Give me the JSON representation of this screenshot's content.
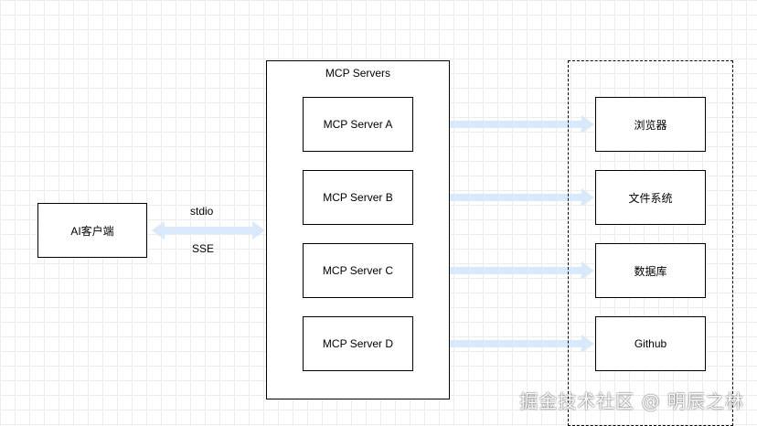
{
  "client": {
    "label": "AI客户端"
  },
  "transport": {
    "top_label": "stdio",
    "bottom_label": "SSE"
  },
  "servers_group": {
    "title": "MCP Servers",
    "servers": [
      {
        "label": "MCP Server A"
      },
      {
        "label": "MCP Server B"
      },
      {
        "label": "MCP Server C"
      },
      {
        "label": "MCP Server D"
      }
    ]
  },
  "resources": [
    {
      "label": "浏览器"
    },
    {
      "label": "文件系统"
    },
    {
      "label": "数据库"
    },
    {
      "label": "Github"
    }
  ],
  "colors": {
    "arrow": "#dae8fc",
    "border": "#000000",
    "grid": "#ececec"
  },
  "watermark": "掘金技术社区 @ 明辰之林"
}
